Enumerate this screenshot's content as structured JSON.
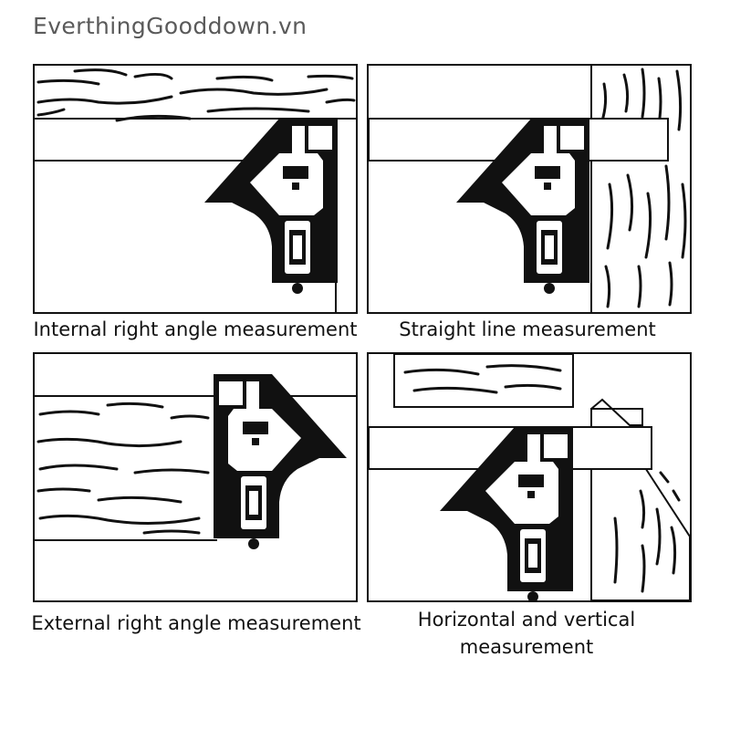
{
  "watermark": "EverthingGooddown.vn",
  "panels": [
    {
      "caption": "Internal right angle measurement"
    },
    {
      "caption": "Straight line measurement"
    },
    {
      "caption": "External right angle measurement"
    },
    {
      "caption": "Horizontal and vertical measurement"
    }
  ],
  "level_glyph": "0"
}
